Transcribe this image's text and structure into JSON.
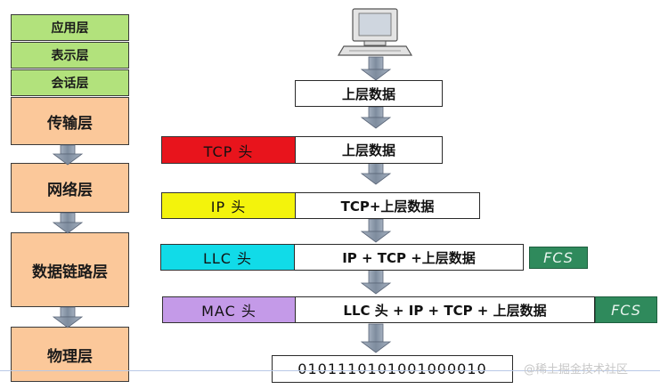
{
  "layers": [
    {
      "label": "应用层"
    },
    {
      "label": "表示层"
    },
    {
      "label": "会话层"
    },
    {
      "label": "传输层"
    },
    {
      "label": "网络层"
    },
    {
      "label": "数据链路层"
    },
    {
      "label": "物理层"
    }
  ],
  "flow": {
    "step1": "上层数据",
    "step2_header": "TCP 头",
    "step2_data": "上层数据",
    "step3_header": "IP 头",
    "step3_data": "TCP+上层数据",
    "step4_header": "LLC 头",
    "step4_data": "IP + TCP +上层数据",
    "step4_trailer": "FCS",
    "step5_header": "MAC 头",
    "step5_data": "LLC 头 + IP + TCP + 上层数据",
    "step5_trailer": "FCS",
    "bits": "0101110101001000010"
  },
  "colors": {
    "tcp_header": "#e8141c",
    "ip_header": "#f3f30c",
    "llc_header": "#11dbe8",
    "mac_header": "#c49ae8",
    "fcs": "#2f8a5c",
    "layer_top": "#b2e27c",
    "layer_bottom": "#fbc89a",
    "arrow": "#8896a8"
  },
  "watermark": "@稀土掘金技术社区"
}
